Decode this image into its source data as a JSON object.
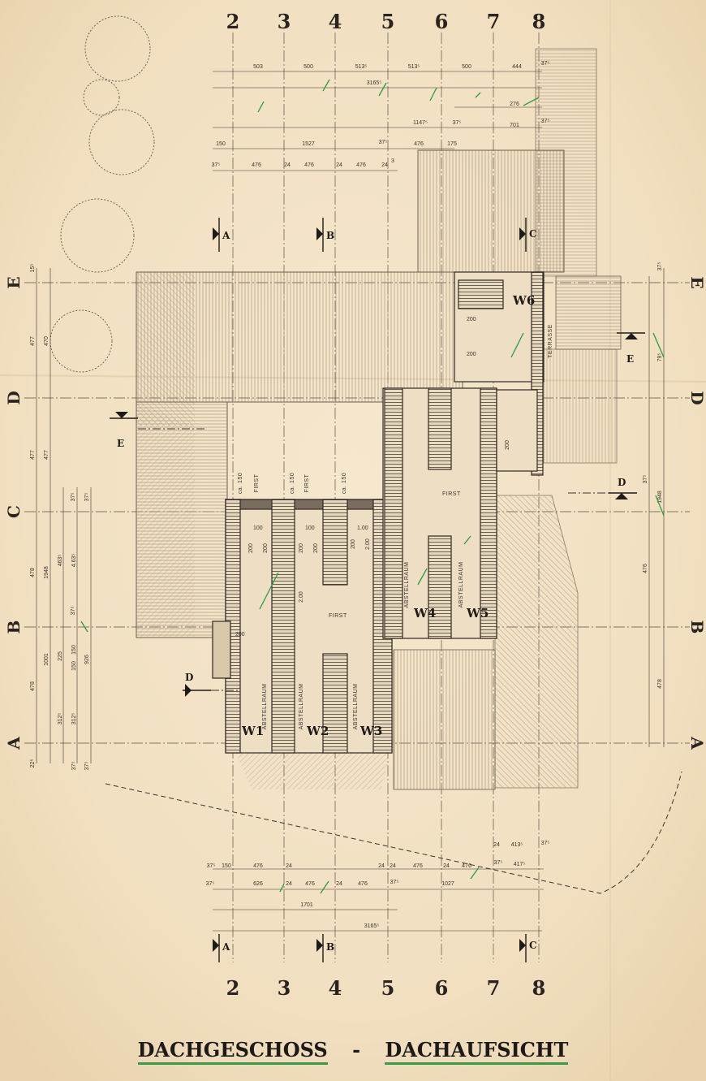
{
  "drawing": {
    "title_part1": "DACHGESCHOSS",
    "title_separator": "-",
    "title_part2": "DACHAUFSICHT",
    "column_axes": [
      "2",
      "3",
      "4",
      "5",
      "6",
      "7",
      "8"
    ],
    "row_axes": [
      "E",
      "D",
      "C",
      "B",
      "A"
    ],
    "section_markers": [
      "A",
      "B",
      "C",
      "D",
      "E"
    ],
    "windows": [
      "W1",
      "W2",
      "W3",
      "W4",
      "W5",
      "W6"
    ],
    "room_labels": {
      "abstellraum": "ABSTELLRAUM",
      "first": "FIRST",
      "terrasse": "TERRASSE",
      "ca150": "ca. 150"
    },
    "top_dims": {
      "row1": [
        "503",
        "500",
        "513⁵",
        "513⁵",
        "500",
        "444",
        "37⁵"
      ],
      "row2": "3165⁵",
      "row3": "276",
      "row4": [
        "1147⁵",
        "37⁵",
        "701",
        "37⁵"
      ],
      "row5": [
        "150",
        "1527",
        "37⁵",
        "476",
        "175"
      ],
      "row6": [
        "37⁵",
        "476",
        "24",
        "476",
        "24",
        "476",
        "24",
        "3"
      ]
    },
    "bottom_dims": {
      "row1": [
        "37⁵",
        "150",
        "476",
        "24",
        "24",
        "24",
        "476",
        "24",
        "476",
        "24",
        "413⁵",
        "37⁵"
      ],
      "row2": [
        "37⁵",
        "626",
        "24",
        "476",
        "24",
        "476",
        "37⁵",
        "1027",
        "37⁵",
        "417⁵"
      ],
      "row3": "1701",
      "row4": "3165⁵"
    },
    "left_dims": [
      "15⁵",
      "477",
      "470",
      "477",
      "477",
      "37⁵",
      "37⁵",
      "478",
      "1948",
      "463⁵",
      "4.63⁵",
      "37⁵",
      "1001",
      "225",
      "150",
      "150",
      "926",
      "478",
      "312⁵",
      "312⁵",
      "22⁵",
      "37⁵",
      "37⁵"
    ],
    "right_dims": [
      "37⁵",
      "79⁵",
      "37⁵",
      "1948",
      "476",
      "478"
    ],
    "room_dims": [
      "200",
      "100",
      "200",
      "200",
      "200",
      "2.00",
      "100",
      "200",
      "2.00",
      "1.00",
      "200",
      "200",
      "200",
      "200"
    ]
  }
}
